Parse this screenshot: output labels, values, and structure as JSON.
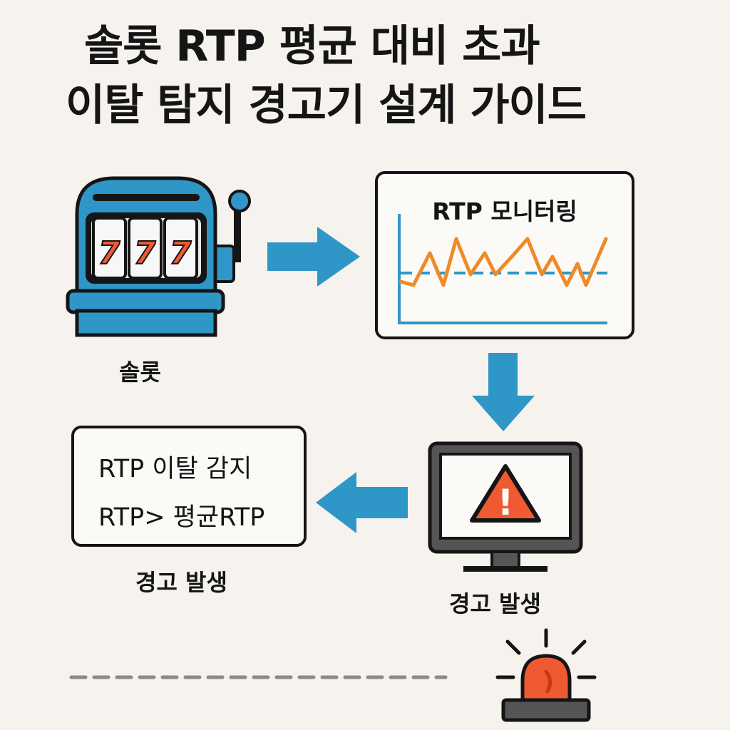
{
  "title": {
    "line1": "솔롯 RTP 평균 대비 초과",
    "line2": "이탈 탐지 경고기 설계 가이드"
  },
  "slot": {
    "reels": [
      "7",
      "7",
      "7"
    ],
    "caption": "솔롯"
  },
  "monitoring": {
    "title": "RTP 모니터링"
  },
  "detection": {
    "title": "RTP 이탈 감지",
    "formula": "RTP> 평균RTP",
    "caption": "경고 발생"
  },
  "alert_screen": {
    "symbol": "!",
    "caption": "경고 발생"
  },
  "colors": {
    "background": "#f6f3ee",
    "accent_blue": "#2f96c8",
    "accent_orange": "#ee8a28",
    "alert_red": "#f05a32",
    "dark": "#151515",
    "gray": "#555555"
  },
  "icons": [
    "slot-machine-icon",
    "arrow-right-icon",
    "line-chart-icon",
    "arrow-down-icon",
    "warning-monitor-icon",
    "arrow-left-icon",
    "siren-icon"
  ]
}
